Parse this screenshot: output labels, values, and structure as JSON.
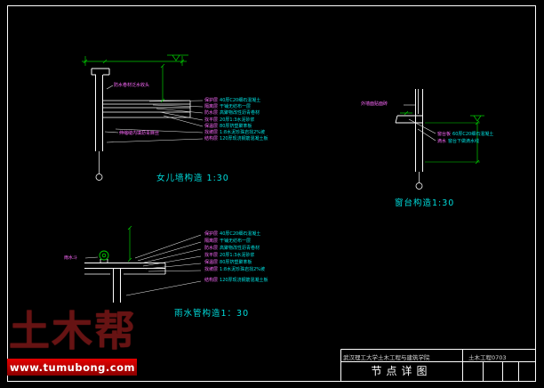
{
  "canvas": {
    "bg": "#000000",
    "frame_color": "#ffffff"
  },
  "colors": {
    "line": "#ffffff",
    "dim": "#00cc00",
    "note": "#00e0e0",
    "tag": "#ff6bff"
  },
  "details": {
    "parapet": {
      "title": "女儿墙构造 1:30",
      "callout_top": "防水卷材泛水收头",
      "callout_mid": "伸缩缝内填沥青麻丝",
      "notes": [
        {
          "tag": "保护层",
          "desc": "40厚C20细石混凝土"
        },
        {
          "tag": "隔离层",
          "desc": "干铺无纺布一层"
        },
        {
          "tag": "防水层",
          "desc": "高聚物改性沥青卷材"
        },
        {
          "tag": "找平层",
          "desc": "20厚1:3水泥砂浆"
        },
        {
          "tag": "保温层",
          "desc": "80厚挤塑聚苯板"
        },
        {
          "tag": "找坡层",
          "desc": "1:8水泥珍珠岩找2%坡"
        },
        {
          "tag": "结构层",
          "desc": "120厚现浇钢筋混凝土板"
        }
      ]
    },
    "windowsill": {
      "title": "窗台构造1:30",
      "callout": "外墙面贴面砖",
      "notes": [
        {
          "tag": "窗台板",
          "desc": "60厚C20细石混凝土"
        },
        {
          "tag": "滴水",
          "desc": "窗台下做滴水线"
        }
      ]
    },
    "rainpipe": {
      "title": "雨水管构造1：30",
      "callout": "雨水斗",
      "notes": [
        {
          "tag": "保护层",
          "desc": "40厚C20细石混凝土"
        },
        {
          "tag": "隔离层",
          "desc": "干铺无纺布一层"
        },
        {
          "tag": "防水层",
          "desc": "高聚物改性沥青卷材"
        },
        {
          "tag": "找平层",
          "desc": "20厚1:3水泥砂浆"
        },
        {
          "tag": "保温层",
          "desc": "80厚挤塑聚苯板"
        },
        {
          "tag": "找坡层",
          "desc": "1:8水泥珍珠岩找2%坡"
        },
        {
          "tag": "结构层",
          "desc": "120厚现浇钢筋混凝土板"
        }
      ]
    }
  },
  "titleblock": {
    "school": "武汉理工大学土木工程与建筑学院",
    "class_id": "土木工程0703",
    "drawing_title": "节点详图"
  },
  "watermark": {
    "brand": "土木帮",
    "site": "www.tumubong.com"
  }
}
